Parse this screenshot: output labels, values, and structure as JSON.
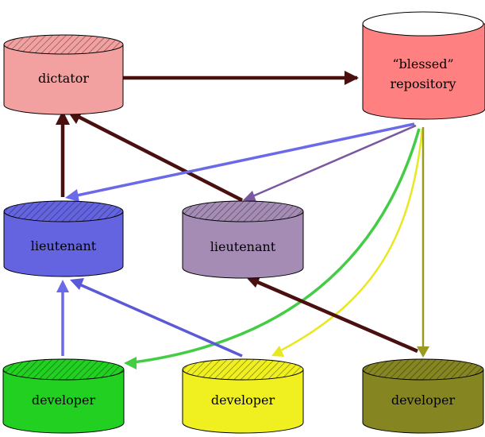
{
  "nodes": {
    "dictator": {
      "label": "dictator",
      "color": "#f2a0a0"
    },
    "blessed": {
      "label_line1": "“blessed”",
      "label_line2": "repository",
      "color": "#ff8080"
    },
    "lieutenant_left": {
      "label": "lieutenant",
      "color": "#6464e0"
    },
    "lieutenant_right": {
      "label": "lieutenant",
      "color": "#a58cb5"
    },
    "developer_green": {
      "label": "developer",
      "color": "#22d022"
    },
    "developer_yellow": {
      "label": "developer",
      "color": "#f0f020"
    },
    "developer_olive": {
      "label": "developer",
      "color": "#858522"
    }
  },
  "edges": [
    {
      "from": "dictator",
      "to": "blessed",
      "color": "#4a1010"
    },
    {
      "from": "lieutenant_left",
      "to": "dictator",
      "color": "#4a1010"
    },
    {
      "from": "lieutenant_right",
      "to": "dictator",
      "color": "#4a1010"
    },
    {
      "from": "blessed",
      "to": "lieutenant_left",
      "color": "#6a6ae8"
    },
    {
      "from": "blessed",
      "to": "lieutenant_right",
      "color": "#7a58a0"
    },
    {
      "from": "blessed",
      "to": "developer_green",
      "color": "#44cc44"
    },
    {
      "from": "blessed",
      "to": "developer_yellow",
      "color": "#e8e820"
    },
    {
      "from": "blessed",
      "to": "developer_olive",
      "color": "#9a9a20"
    },
    {
      "from": "developer_green",
      "to": "lieutenant_left",
      "color": "#6a6ae8"
    },
    {
      "from": "developer_yellow",
      "to": "lieutenant_left",
      "color": "#5a5ad8"
    },
    {
      "from": "developer_olive",
      "to": "lieutenant_right",
      "color": "#4a1010"
    }
  ]
}
